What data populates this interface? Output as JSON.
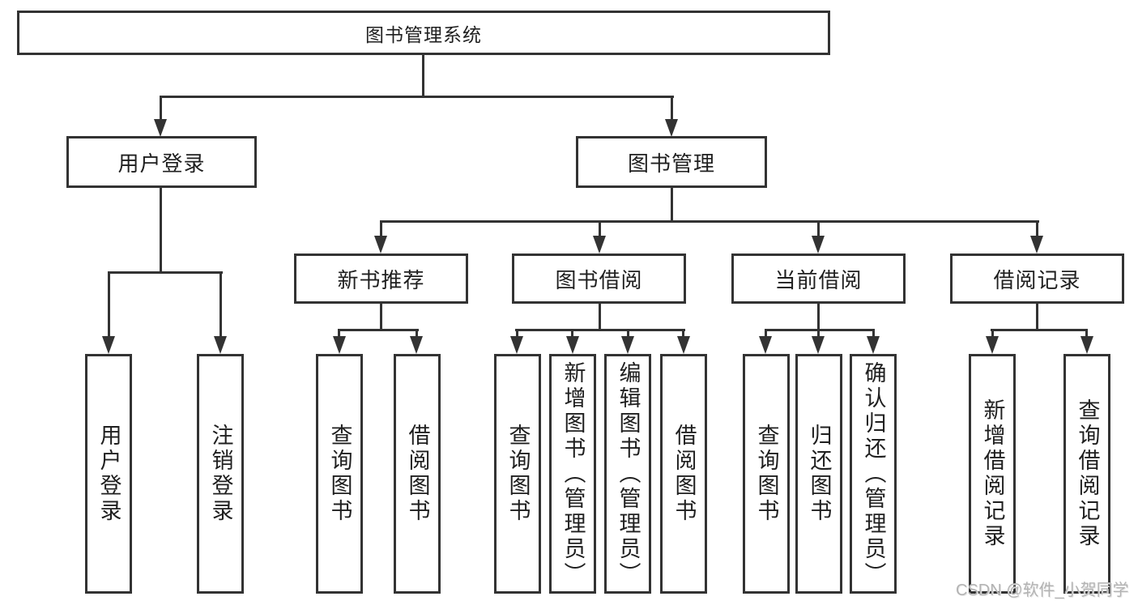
{
  "diagram": {
    "title": "图书管理系统",
    "level2": {
      "user_login": "用户登录",
      "book_management": "图书管理"
    },
    "level3": {
      "new_book_recommend": "新书推荐",
      "book_borrow": "图书借阅",
      "current_borrow": "当前借阅",
      "borrow_records": "借阅记录"
    },
    "leaves": {
      "user_login": "用户登录",
      "logout": "注销登录",
      "nbr_query_books": "查询图书",
      "nbr_borrow_books": "借阅图书",
      "bb_query_books": "查询图书",
      "bb_add_books_admin": "新增图书（管理员）",
      "bb_edit_books_admin": "编辑图书（管理员）",
      "bb_borrow_books": "借阅图书",
      "cb_query_books": "查询图书",
      "cb_return_books": "归还图书",
      "cb_confirm_return_admin": "确认归还（管理员）",
      "br_add_record": "新增借阅记录",
      "br_query_record": "查询借阅记录"
    },
    "watermark": "CSDN @软件_小贺同学",
    "colors": {
      "line": "#333333",
      "box_border": "#333333",
      "text": "#1f1f1f",
      "watermark": "#b3b3b3",
      "background": "#ffffff"
    }
  }
}
